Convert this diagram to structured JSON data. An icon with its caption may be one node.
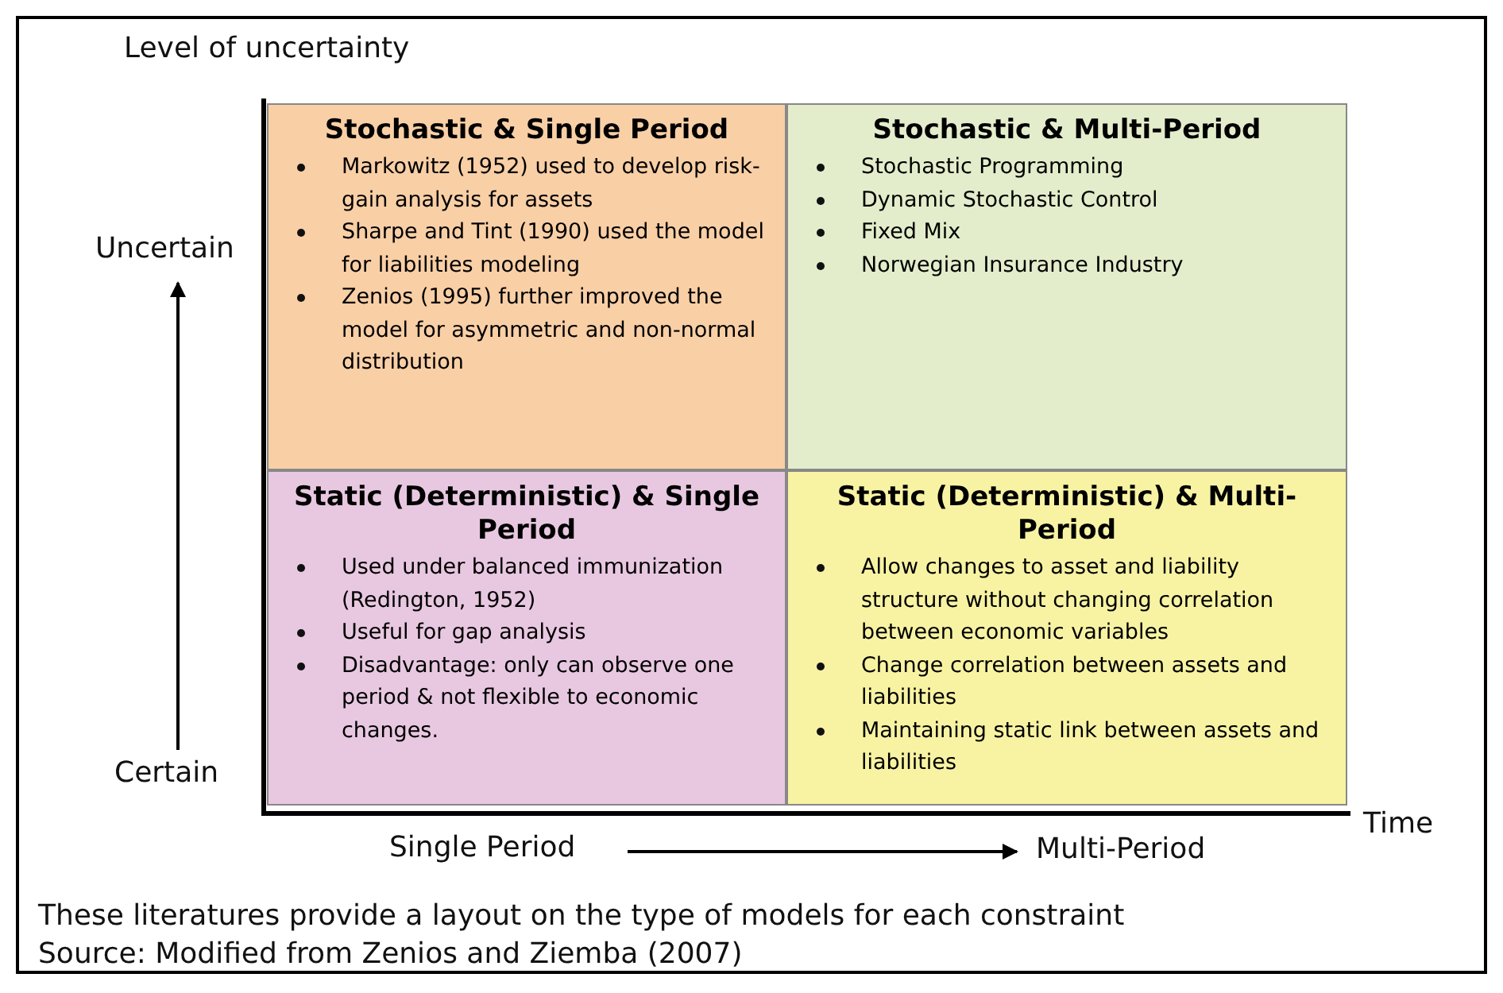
{
  "diagram": {
    "nodes": [
      {
        "text": [
          "Stochastic & Single Period",
          "Markowitz (1952) used to develop risk-gain analysis for assets",
          "Sharpe and Tint (1990) used the model for liabilities modeling",
          "Zenios (1995) further improved the model for asymmetric and non-normal distribution"
        ]
      },
      {
        "text": [
          "Stochastic & Multi-Period",
          "Stochastic Programming",
          "Dynamic Stochastic Control",
          "Fixed Mix",
          "Norwegian Insurance Industry"
        ]
      },
      {
        "text": [
          "Static (Deterministic) & Single Period",
          "Used under balanced immunization (Redington, 1952)",
          "Useful for gap analysis",
          "Disadvantage: only can observe one period & not flexible to economic changes."
        ]
      },
      {
        "text": [
          "Static (Deterministic) & Multi-Period",
          "Allow changes to asset and liability structure without changing correlation between economic variables",
          "Change correlation between  assets and liabilities",
          "Maintaining static link between assets and liabilities"
        ]
      }
    ],
    "edges": [],
    "labels": [
      "Level of uncertainty",
      "Uncertain",
      "Certain",
      "Time",
      "Single Period",
      "Multi-Period",
      "These literatures provide a layout on the type of models for each constraint",
      "Source: Modified from Zenios and Ziemba (2007)"
    ]
  }
}
